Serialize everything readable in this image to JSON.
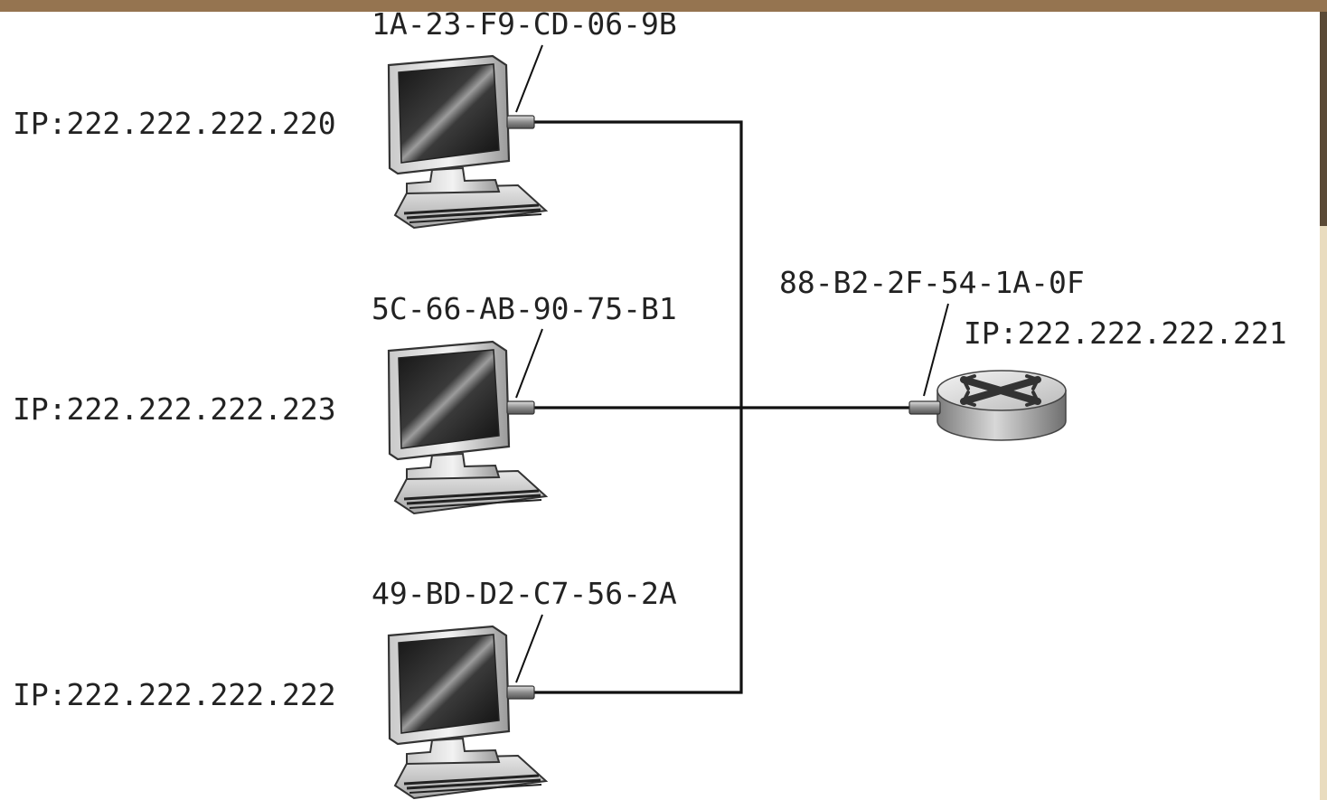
{
  "colors": {
    "top_bar": "#957450",
    "edge": "#e9dcbf",
    "edge_dark": "#5b4a36",
    "wire": "#111111"
  },
  "hosts": [
    {
      "mac": "1A-23-F9-CD-06-9B",
      "ip": "IP:222.222.222.220",
      "icon": "computer-icon"
    },
    {
      "mac": "5C-66-AB-90-75-B1",
      "ip": "IP:222.222.222.223",
      "icon": "computer-icon"
    },
    {
      "mac": "49-BD-D2-C7-56-2A",
      "ip": "IP:222.222.222.222",
      "icon": "computer-icon"
    }
  ],
  "router": {
    "mac": "88-B2-2F-54-1A-0F",
    "ip": "IP:222.222.222.221",
    "icon": "router-icon"
  }
}
